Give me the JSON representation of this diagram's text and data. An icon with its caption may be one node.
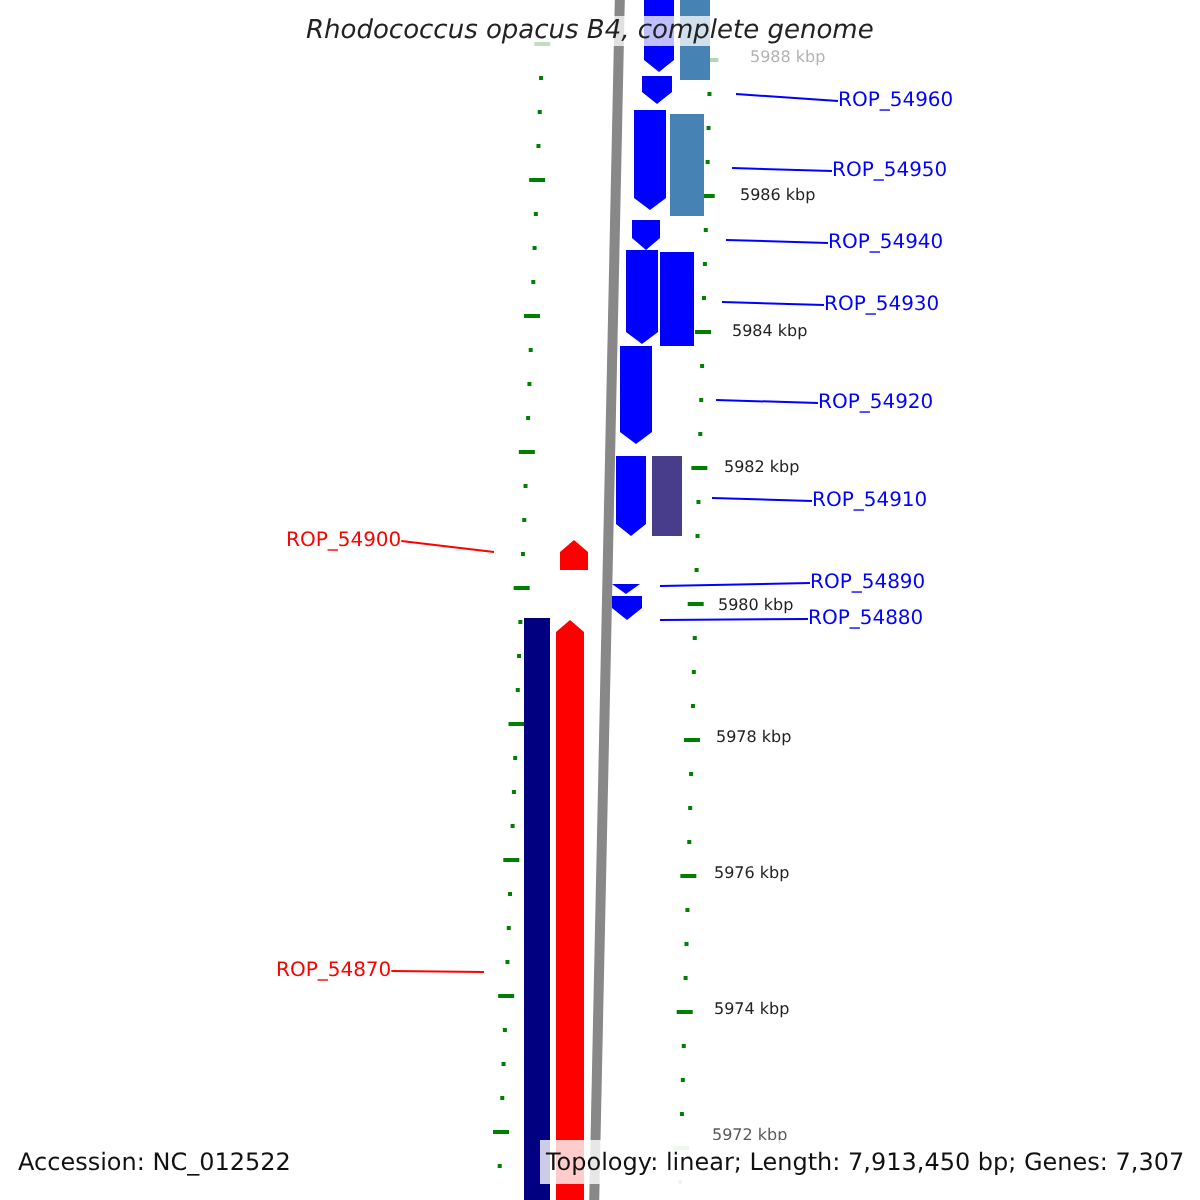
{
  "diagram": {
    "title": "Rhodococcus opacus B4, complete genome",
    "nodes": [
      {
        "text": [
          "ROP_54960"
        ]
      },
      {
        "text": [
          "ROP_54950"
        ]
      },
      {
        "text": [
          "ROP_54940"
        ]
      },
      {
        "text": [
          "ROP_54930"
        ]
      },
      {
        "text": [
          "ROP_54920"
        ]
      },
      {
        "text": [
          "ROP_54910"
        ]
      },
      {
        "text": [
          "ROP_54900"
        ]
      },
      {
        "text": [
          "ROP_54890"
        ]
      },
      {
        "text": [
          "ROP_54880"
        ]
      },
      {
        "text": [
          "ROP_54870"
        ]
      }
    ],
    "edges": [
      {
        "from": 0,
        "to": null,
        "arrow": "none"
      },
      {
        "from": 1,
        "to": null,
        "arrow": "none"
      },
      {
        "from": 2,
        "to": null,
        "arrow": "none"
      },
      {
        "from": 3,
        "to": null,
        "arrow": "none"
      },
      {
        "from": 4,
        "to": null,
        "arrow": "none"
      },
      {
        "from": 5,
        "to": null,
        "arrow": "none"
      },
      {
        "from": 6,
        "to": null,
        "arrow": "none",
        "color": "#ff0000"
      },
      {
        "from": 7,
        "to": null,
        "arrow": "none"
      },
      {
        "from": 8,
        "to": null,
        "arrow": "none"
      },
      {
        "from": 9,
        "to": null,
        "arrow": "none",
        "color": "#ff0000"
      }
    ],
    "labels": [
      "5988 kbp",
      "5986 kbp",
      "5984 kbp",
      "5982 kbp",
      "5980 kbp",
      "5978 kbp",
      "5976 kbp",
      "5974 kbp",
      "5972 kbp",
      "Accession: NC_012522",
      "Topology: linear; Length: 7,913,450 bp; Genes: 7,307"
    ]
  }
}
